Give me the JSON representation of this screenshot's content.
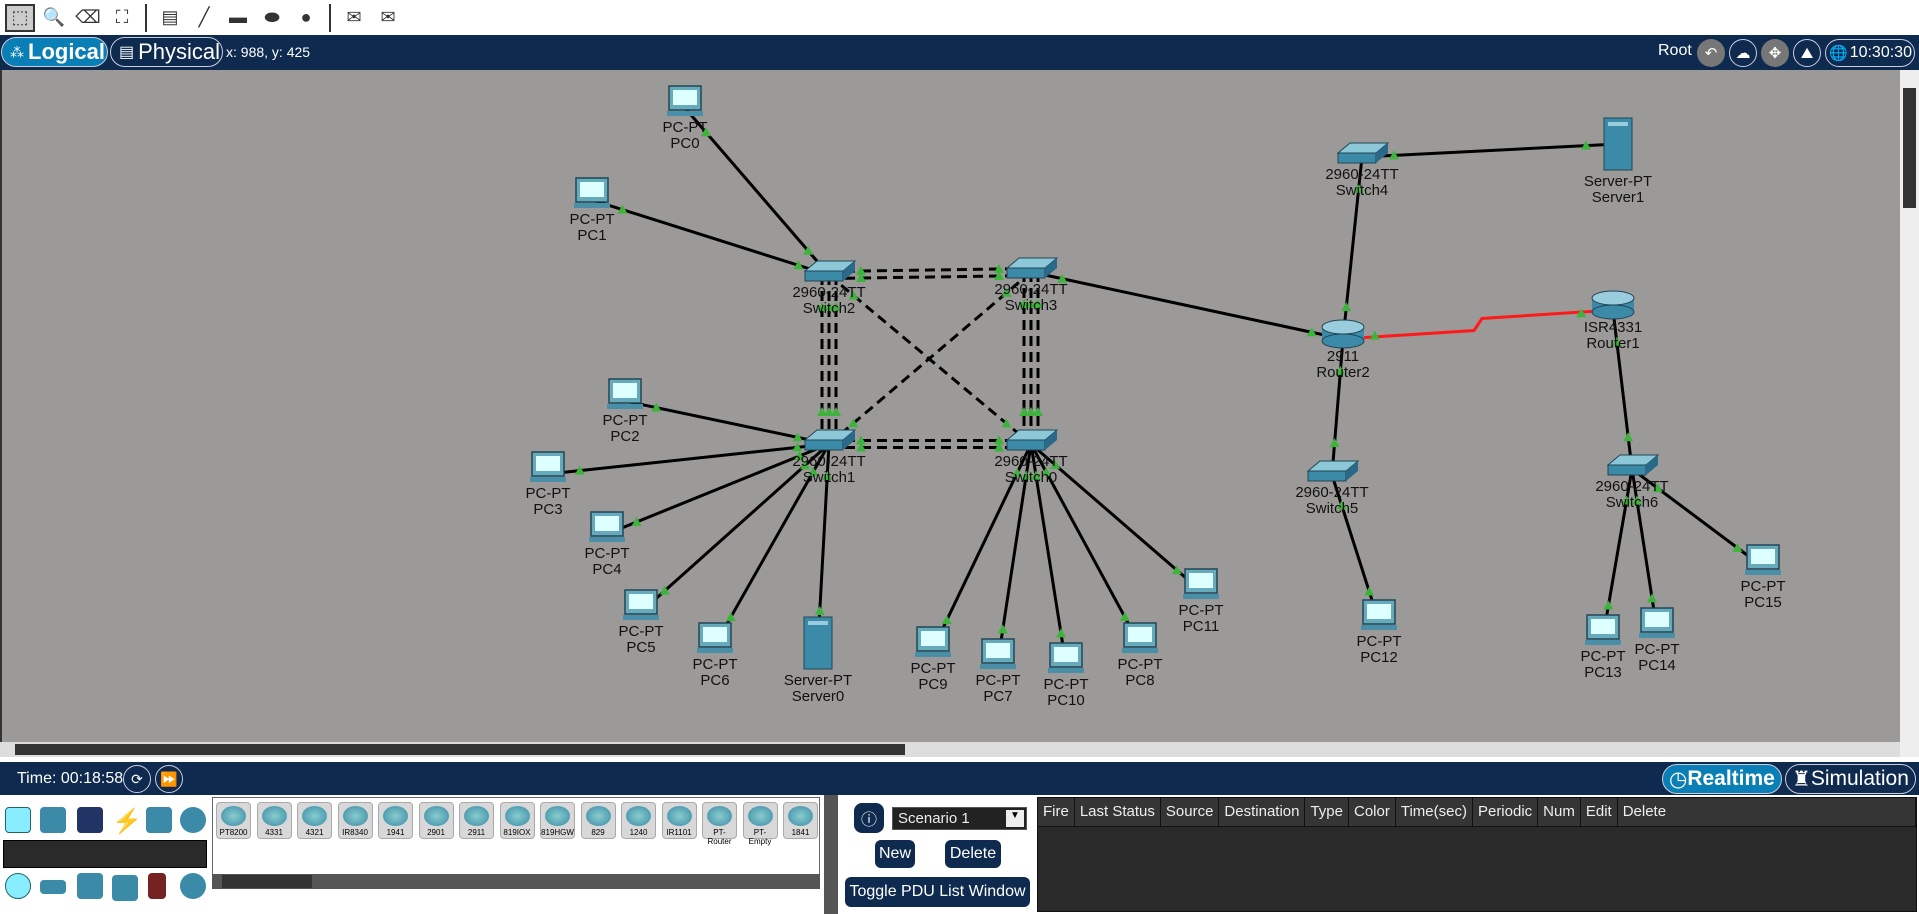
{
  "toolbar": {
    "tools": [
      {
        "name": "select-icon",
        "glyph": "⬚"
      },
      {
        "name": "inspect-icon",
        "glyph": "🔍"
      },
      {
        "name": "delete-icon",
        "glyph": "⌫"
      },
      {
        "name": "resize-icon",
        "glyph": "⛶"
      },
      {
        "name": "note-icon",
        "glyph": "▤"
      },
      {
        "name": "draw-line-icon",
        "glyph": "╱"
      },
      {
        "name": "rectangle-icon",
        "glyph": "▬"
      },
      {
        "name": "ellipse-icon",
        "glyph": "⬬"
      },
      {
        "name": "freeform-icon",
        "glyph": "●"
      },
      {
        "name": "add-simple-pdu-icon",
        "glyph": "✉"
      },
      {
        "name": "add-complex-pdu-icon",
        "glyph": "✉"
      }
    ]
  },
  "nav": {
    "logical": "Logical",
    "physical": "Physical",
    "coords": "x: 988, y: 425",
    "root": "Root",
    "clock": "10:30:30"
  },
  "devices": [
    {
      "id": "PC0",
      "model": "PC-PT",
      "name": "PC0",
      "type": "pc"
    },
    {
      "id": "PC1",
      "model": "PC-PT",
      "name": "PC1",
      "type": "pc"
    },
    {
      "id": "PC2",
      "model": "PC-PT",
      "name": "PC2",
      "type": "pc"
    },
    {
      "id": "PC3",
      "model": "PC-PT",
      "name": "PC3",
      "type": "pc"
    },
    {
      "id": "PC4",
      "model": "PC-PT",
      "name": "PC4",
      "type": "pc"
    },
    {
      "id": "PC5",
      "model": "PC-PT",
      "name": "PC5",
      "type": "pc"
    },
    {
      "id": "PC6",
      "model": "PC-PT",
      "name": "PC6",
      "type": "pc"
    },
    {
      "id": "Server0",
      "model": "Server-PT",
      "name": "Server0",
      "type": "server"
    },
    {
      "id": "PC9",
      "model": "PC-PT",
      "name": "PC9",
      "type": "pc"
    },
    {
      "id": "PC7",
      "model": "PC-PT",
      "name": "PC7",
      "type": "pc"
    },
    {
      "id": "PC10",
      "model": "PC-PT",
      "name": "PC10",
      "type": "pc"
    },
    {
      "id": "PC8",
      "model": "PC-PT",
      "name": "PC8",
      "type": "pc"
    },
    {
      "id": "PC11",
      "model": "PC-PT",
      "name": "PC11",
      "type": "pc"
    },
    {
      "id": "Switch2",
      "model": "2960-24TT",
      "name": "Switch2",
      "type": "switch"
    },
    {
      "id": "Switch3",
      "model": "2960-24TT",
      "name": "Switch3",
      "type": "switch"
    },
    {
      "id": "Switch1",
      "model": "2960-24TT",
      "name": "Switch1",
      "type": "switch"
    },
    {
      "id": "Switch0",
      "model": "2960-24TT",
      "name": "Switch0",
      "type": "switch"
    },
    {
      "id": "Switch4",
      "model": "2960-24TT",
      "name": "Switch4",
      "type": "switch"
    },
    {
      "id": "Server1",
      "model": "Server-PT",
      "name": "Server1",
      "type": "server"
    },
    {
      "id": "Router2",
      "model": "2911",
      "name": "Router2",
      "type": "router"
    },
    {
      "id": "Router1",
      "model": "ISR4331",
      "name": "Router1",
      "type": "router"
    },
    {
      "id": "Switch5",
      "model": "2960-24TT",
      "name": "Switch5",
      "type": "switch"
    },
    {
      "id": "PC12",
      "model": "PC-PT",
      "name": "PC12",
      "type": "pc"
    },
    {
      "id": "Switch6",
      "model": "2960-24TT",
      "name": "Switch6",
      "type": "switch"
    },
    {
      "id": "PC13",
      "model": "PC-PT",
      "name": "PC13",
      "type": "pc"
    },
    {
      "id": "PC14",
      "model": "PC-PT",
      "name": "PC14",
      "type": "pc"
    },
    {
      "id": "PC15",
      "model": "PC-PT",
      "name": "PC15",
      "type": "pc"
    }
  ],
  "links": [
    {
      "a": "PC0",
      "b": "Switch2",
      "kind": "straight",
      "count": 1
    },
    {
      "a": "PC1",
      "b": "Switch2",
      "kind": "straight",
      "count": 1
    },
    {
      "a": "Switch2",
      "b": "Switch3",
      "kind": "crossover",
      "count": 2
    },
    {
      "a": "Switch2",
      "b": "Switch1",
      "kind": "crossover",
      "count": 3
    },
    {
      "a": "Switch3",
      "b": "Switch0",
      "kind": "crossover",
      "count": 3
    },
    {
      "a": "Switch1",
      "b": "Switch0",
      "kind": "crossover",
      "count": 2
    },
    {
      "a": "Switch2",
      "b": "Switch0",
      "kind": "crossover",
      "count": 1
    },
    {
      "a": "Switch3",
      "b": "Switch1",
      "kind": "crossover",
      "count": 1
    },
    {
      "a": "Switch3",
      "b": "Router2",
      "kind": "straight",
      "count": 1
    },
    {
      "a": "PC2",
      "b": "Switch1",
      "kind": "straight",
      "count": 1
    },
    {
      "a": "PC3",
      "b": "Switch1",
      "kind": "straight",
      "count": 1
    },
    {
      "a": "PC4",
      "b": "Switch1",
      "kind": "straight",
      "count": 1
    },
    {
      "a": "PC5",
      "b": "Switch1",
      "kind": "straight",
      "count": 1
    },
    {
      "a": "PC6",
      "b": "Switch1",
      "kind": "straight",
      "count": 1
    },
    {
      "a": "Server0",
      "b": "Switch1",
      "kind": "straight",
      "count": 1
    },
    {
      "a": "PC9",
      "b": "Switch0",
      "kind": "straight",
      "count": 1
    },
    {
      "a": "PC7",
      "b": "Switch0",
      "kind": "straight",
      "count": 1
    },
    {
      "a": "PC10",
      "b": "Switch0",
      "kind": "straight",
      "count": 1
    },
    {
      "a": "PC8",
      "b": "Switch0",
      "kind": "straight",
      "count": 1
    },
    {
      "a": "PC11",
      "b": "Switch0",
      "kind": "straight",
      "count": 1
    },
    {
      "a": "Switch4",
      "b": "Server1",
      "kind": "straight",
      "count": 1
    },
    {
      "a": "Switch4",
      "b": "Router2",
      "kind": "straight",
      "count": 1
    },
    {
      "a": "Router2",
      "b": "Router1",
      "kind": "serial",
      "count": 1
    },
    {
      "a": "Router2",
      "b": "Switch5",
      "kind": "straight",
      "count": 1
    },
    {
      "a": "Switch5",
      "b": "PC12",
      "kind": "straight",
      "count": 1
    },
    {
      "a": "Router1",
      "b": "Switch6",
      "kind": "straight",
      "count": 1
    },
    {
      "a": "Switch6",
      "b": "PC13",
      "kind": "straight",
      "count": 1
    },
    {
      "a": "Switch6",
      "b": "PC14",
      "kind": "straight",
      "count": 1
    },
    {
      "a": "Switch6",
      "b": "PC15",
      "kind": "straight",
      "count": 1
    }
  ],
  "colors": {
    "workspace": "#9c9a98",
    "navy": "#0e2a4e",
    "serial": "#ff1a1a",
    "port_up": "#3cb43c",
    "accent": "#0a7fb5"
  },
  "timebar": {
    "time": "Time: 00:18:58",
    "realtime": "Realtime",
    "simulation": "Simulation"
  },
  "device_list": [
    "PT8200",
    "4331",
    "4321",
    "IR8340",
    "1941",
    "2901",
    "2911",
    "819IOX",
    "819HGW",
    "829",
    "1240",
    "IR1101",
    "PT-Router",
    "PT-Empty",
    "1841"
  ],
  "pdu": {
    "scenario": "Scenario 1",
    "new": "New",
    "delete": "Delete",
    "toggle": "Toggle PDU List Window",
    "columns": [
      "Fire",
      "Last Status",
      "Source",
      "Destination",
      "Type",
      "Color",
      "Time(sec)",
      "Periodic",
      "Num",
      "Edit",
      "Delete"
    ]
  }
}
